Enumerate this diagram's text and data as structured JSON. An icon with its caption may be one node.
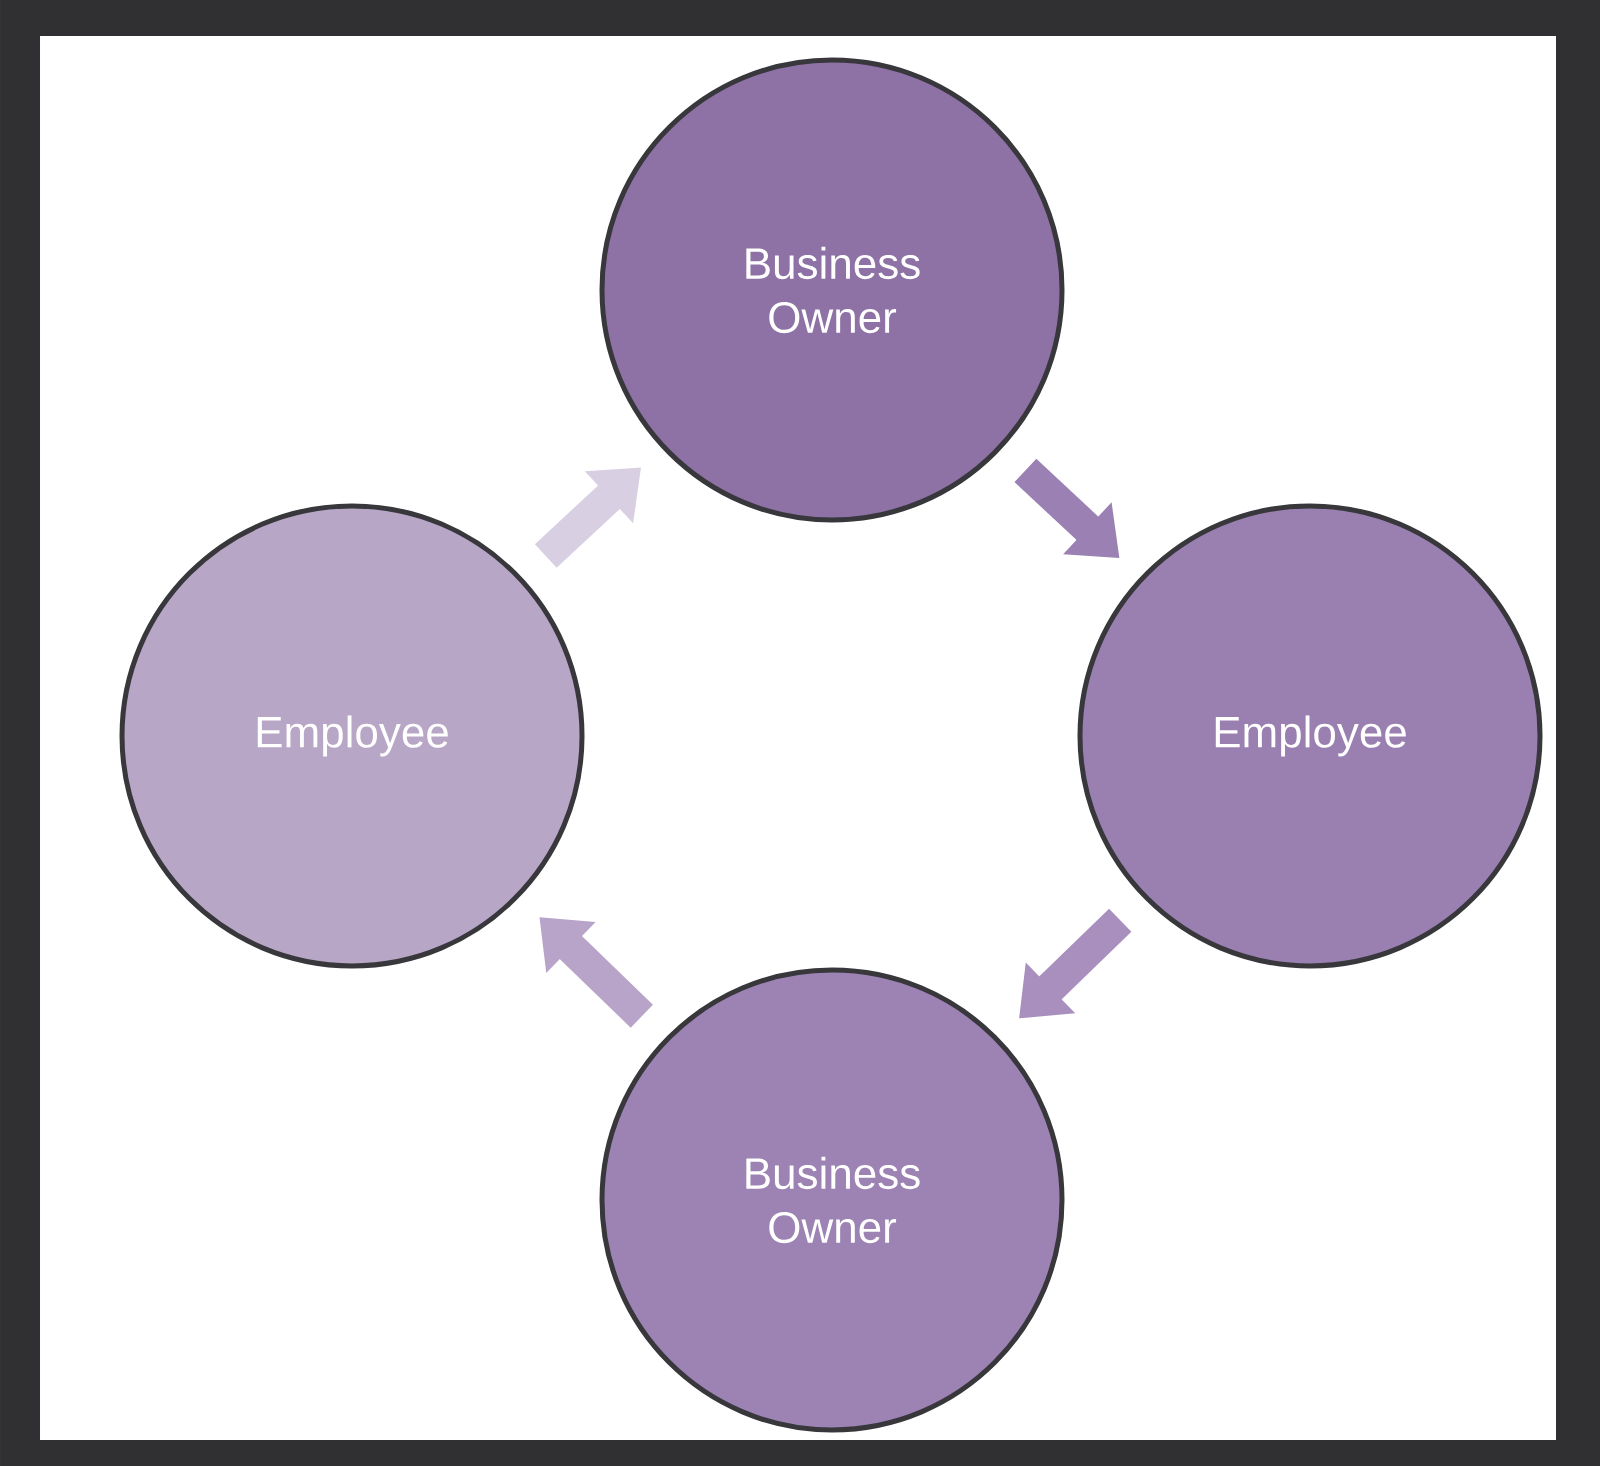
{
  "diagram": {
    "nodes": [
      {
        "text": [
          "Business Owner"
        ]
      },
      {
        "text": [
          "Employee"
        ]
      },
      {
        "text": [
          "Business Owner"
        ]
      },
      {
        "text": [
          "Employee"
        ]
      }
    ],
    "edges": [
      {
        "from": 0,
        "to": 1,
        "arrow": "to"
      },
      {
        "from": 1,
        "to": 2,
        "arrow": "to"
      },
      {
        "from": 2,
        "to": 3,
        "arrow": "to"
      },
      {
        "from": 3,
        "to": 0,
        "arrow": "to"
      }
    ]
  }
}
